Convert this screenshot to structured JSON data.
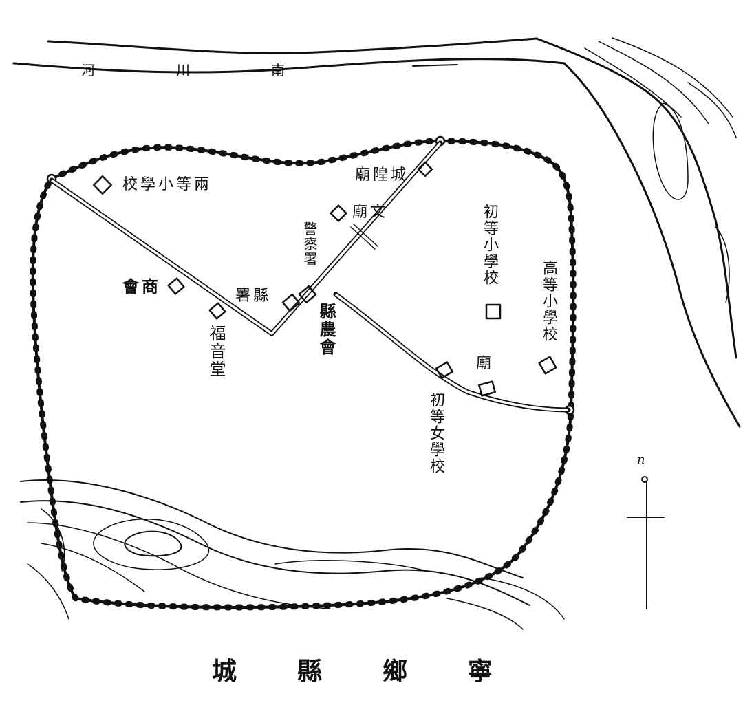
{
  "map": {
    "title": "寧鄉縣城",
    "river_label": "南川河",
    "labels": {
      "liangdeng_school": "兩等小學校",
      "chenghuang_temple": "城隍廟",
      "wen_temple": "文廟",
      "police_office": "警察署",
      "county_office": "縣署",
      "chamber_of_commerce": "商會",
      "gospel_hall": "福音堂",
      "farmers_association": "縣農會",
      "chudeng_school": "初等小學校",
      "gaodeng_school": "高等小學校",
      "temple": "廟",
      "chudeng_girls_school": "初等女學校"
    },
    "compass": {
      "north_symbol": "n"
    }
  }
}
